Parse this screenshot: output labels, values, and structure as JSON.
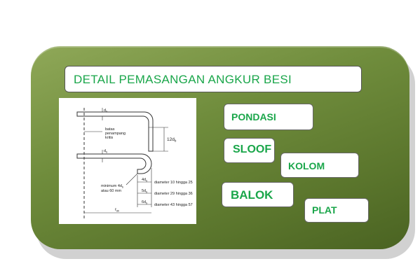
{
  "header": {
    "title": "DETAIL PEMASANGAN  ANGKUR BESI"
  },
  "menu": {
    "pondasi": "PONDASI",
    "sloof": "SLOOF",
    "kolom": "KOLOM",
    "balok": "BALOK",
    "plat": "PLAT"
  },
  "diagram": {
    "db_top": "d",
    "db_top_sub": "b",
    "batas_line1": "batas",
    "batas_line2": "penampang",
    "batas_line3": "kritis",
    "dim_12db": "12d",
    "dim_12db_sub": "b",
    "db_mid": "d",
    "db_mid_sub": "b",
    "minimum_line1": "minimum 4d",
    "minimum_sub": "b",
    "minimum_line2": "atau 60 mm",
    "dim_4db": "4d",
    "dim_5db": "5d",
    "dim_6db": "6d",
    "dim_sub": "b",
    "note_1": "diameter 10 hingga 25",
    "note_2": "diameter 29 hingga 36",
    "note_3": "diameter 43 hingga 57",
    "ldh": "ℓ",
    "ldh_sub": "dh"
  },
  "colors": {
    "panel": "#6f8c3c",
    "accent_text": "#1aa64a"
  }
}
